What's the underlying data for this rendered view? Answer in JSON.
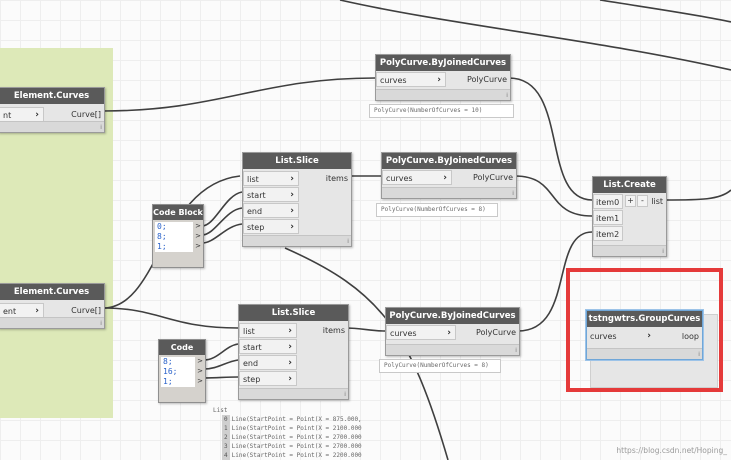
{
  "nodes": {
    "element_curves_1": {
      "title": "Element.Curves",
      "input": "nt",
      "output": "Curve[]"
    },
    "element_curves_2": {
      "title": "Element.Curves",
      "input": "ent",
      "output": "Curve[]"
    },
    "polycurve_1": {
      "title": "PolyCurve.ByJoinedCurves",
      "input": "curves",
      "output": "PolyCurve",
      "preview": "PolyCurve(NumberOfCurves = 10)"
    },
    "polycurve_2": {
      "title": "PolyCurve.ByJoinedCurves",
      "input": "curves",
      "output": "PolyCurve",
      "preview": "PolyCurve(NumberOfCurves = 8)"
    },
    "polycurve_3": {
      "title": "PolyCurve.ByJoinedCurves",
      "input": "curves",
      "output": "PolyCurve",
      "preview": "PolyCurve(NumberOfCurves = 8)"
    },
    "list_slice_1": {
      "title": "List.Slice",
      "inputs": [
        "list",
        "start",
        "end",
        "step"
      ],
      "output": "items"
    },
    "list_slice_2": {
      "title": "List.Slice",
      "inputs": [
        "list",
        "start",
        "end",
        "step"
      ],
      "output": "items"
    },
    "code_block_1": {
      "title": "Code Block",
      "lines": [
        "0;",
        "8;",
        "1;"
      ]
    },
    "code_block_2": {
      "title": "Code Block",
      "lines": [
        "8;",
        "16;",
        "1;"
      ]
    },
    "list_create": {
      "title": "List.Create",
      "inputs": [
        "item0",
        "item1",
        "item2"
      ],
      "add": "+",
      "remove": "-",
      "output": "list"
    },
    "group_curves": {
      "title": "tstngwtrs.GroupCurves",
      "input": "curves",
      "output": "loop"
    }
  },
  "watch": {
    "header": "List",
    "rows": [
      {
        "index": "0",
        "text": "Line(StartPoint = Point(X = 875.000,"
      },
      {
        "index": "1",
        "text": "Line(StartPoint = Point(X = 2100.000"
      },
      {
        "index": "2",
        "text": "Line(StartPoint = Point(X = 2700.000"
      },
      {
        "index": "3",
        "text": "Line(StartPoint = Point(X = 2700.000"
      },
      {
        "index": "4",
        "text": "Line(StartPoint = Point(X = 2200.000"
      }
    ]
  },
  "watermark": "https://blog.csdn.net/Hoping_",
  "colors": {
    "highlight": "#e53a3a",
    "group": "#dbe8b4",
    "header": "#5a5a5a",
    "code": "#2a62c9"
  }
}
